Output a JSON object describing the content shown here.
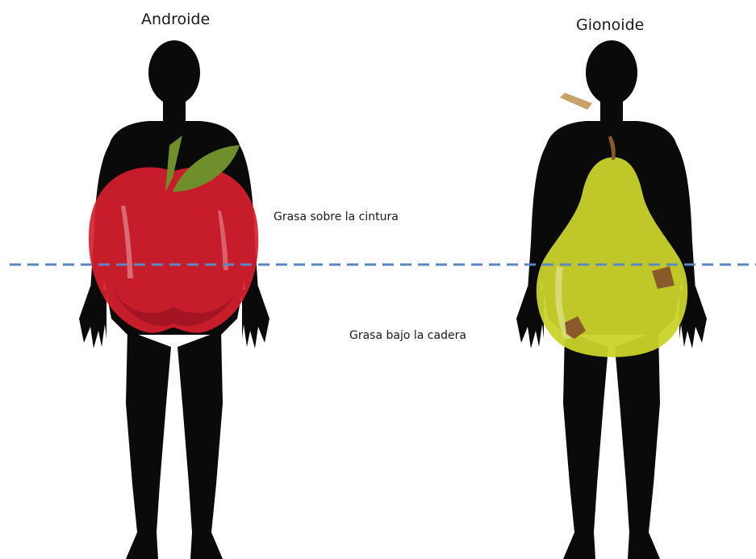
{
  "titles": {
    "left": "Androide",
    "right": "Gionoide"
  },
  "labels": {
    "above_waist": "Grasa sobre la cintura",
    "below_hip": "Grasa bajo la cadera"
  },
  "icons": {
    "left_body": "human-silhouette-icon",
    "left_fruit": "apple-icon",
    "right_body": "human-silhouette-icon",
    "right_fruit": "pear-icon",
    "divider": "dashed-waistline"
  },
  "colors": {
    "silhouette": "#0a0a0a",
    "apple": "#d8202f",
    "apple_leaf": "#6f8f2c",
    "pear": "#c9d32a",
    "pear_spot": "#8a5a2b",
    "stem": "#c9a26b",
    "divider": "#5b87c2"
  }
}
